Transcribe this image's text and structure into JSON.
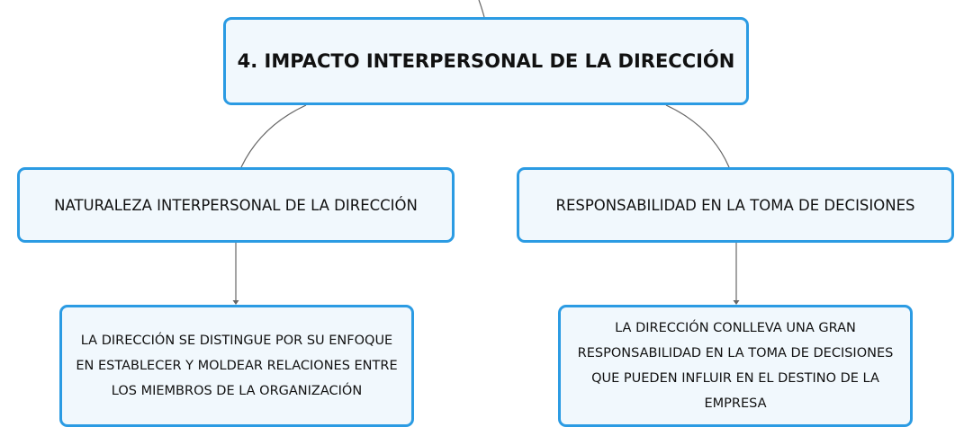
{
  "diagram": {
    "root": {
      "label": "4. IMPACTO INTERPERSONAL DE LA DIRECCIÓN"
    },
    "branches": [
      {
        "label": "NATURALEZA INTERPERSONAL DE LA DIRECCIÓN",
        "description": "LA DIRECCIÓN SE DISTINGUE POR SU ENFOQUE EN ESTABLECER Y MOLDEAR RELACIONES ENTRE LOS MIEMBROS DE LA ORGANIZACIÓN"
      },
      {
        "label": "RESPONSABILIDAD EN LA TOMA DE DECISIONES",
        "description": "LA DIRECCIÓN CONLLEVA UNA GRAN RESPONSABILIDAD EN LA TOMA DE DECISIONES QUE PUEDEN INFLUIR EN EL DESTINO DE LA EMPRESA"
      }
    ]
  },
  "colors": {
    "node_border": "#2b9be3",
    "node_fill": "#f1f8fd",
    "connector": "#666666",
    "text": "#111111"
  }
}
